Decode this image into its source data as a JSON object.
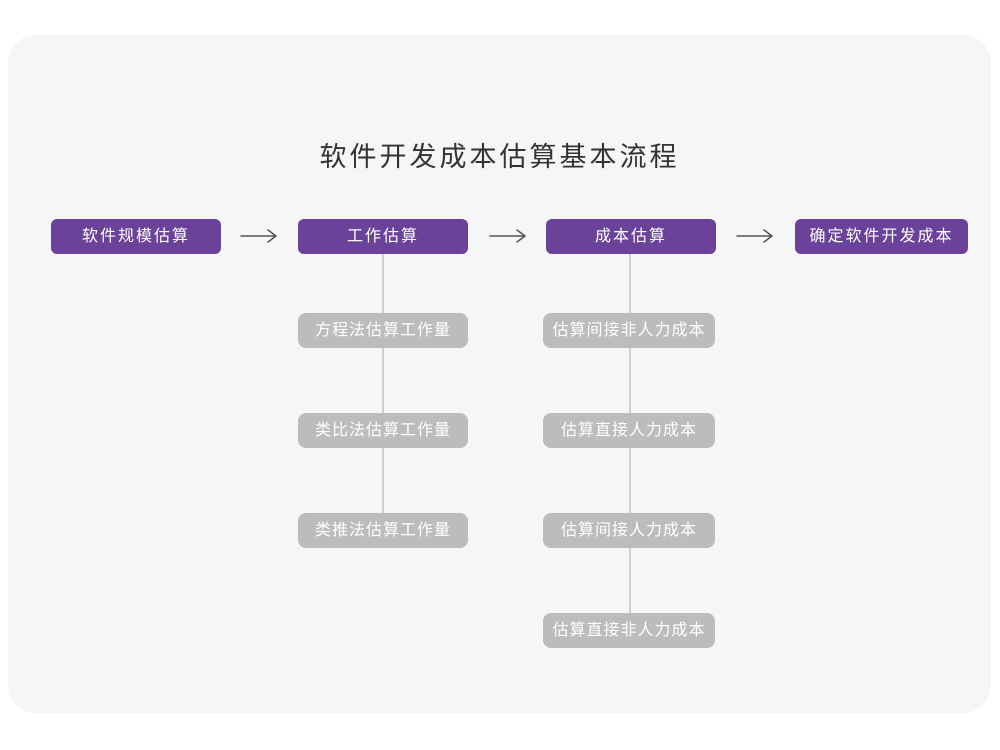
{
  "title": "软件开发成本估算基本流程",
  "colors": {
    "primary": "#6B4299",
    "secondary": "#BCBCBC",
    "connector": "#CFCFCF",
    "arrow": "#555555",
    "title_text": "#333333",
    "box_text": "#FFFFFF",
    "card_bg": "#F6F6F7",
    "page_bg": "#FFFFFF"
  },
  "flow": {
    "main_steps": [
      "软件规模估算",
      "工作估算",
      "成本估算",
      "确定软件开发成本"
    ],
    "work_substeps": [
      "方程法估算工作量",
      "类比法估算工作量",
      "类推法估算工作量"
    ],
    "cost_substeps": [
      "估算间接非人力成本",
      "估算直接人力成本",
      "估算间接人力成本",
      "估算直接非人力成本"
    ]
  }
}
